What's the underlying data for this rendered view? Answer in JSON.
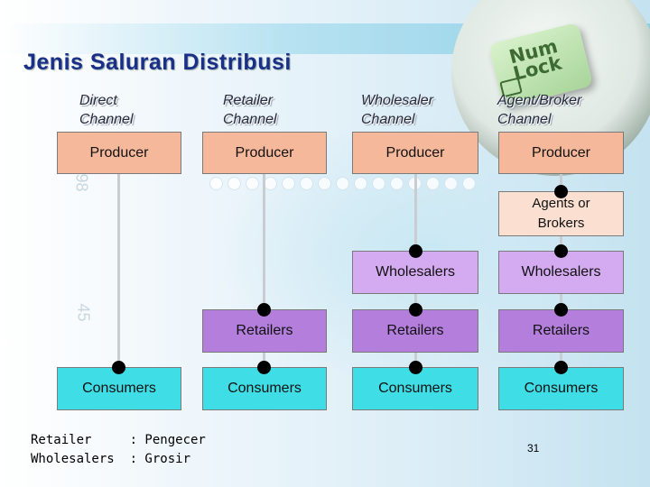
{
  "slide": {
    "title": "Jenis Saluran Distribusi",
    "page_number": "31"
  },
  "columns": [
    {
      "header_line1": "Direct",
      "header_line2": "Channel",
      "producer": "Producer",
      "consumers": "Consumers"
    },
    {
      "header_line1": "Retailer",
      "header_line2": "Channel",
      "producer": "Producer",
      "retailers": "Retailers",
      "consumers": "Consumers"
    },
    {
      "header_line1": "Wholesaler",
      "header_line2": "Channel",
      "producer": "Producer",
      "wholesalers": "Wholesalers",
      "retailers": "Retailers",
      "consumers": "Consumers"
    },
    {
      "header_line1": "Agent/Broker",
      "header_line2": "Channel",
      "producer": "Producer",
      "agents_line1": "Agents or",
      "agents_line2": "Brokers",
      "wholesalers": "Wholesalers",
      "retailers": "Retailers",
      "consumers": "Consumers"
    }
  ],
  "notes": [
    {
      "term": "Retailer     ",
      "definition": ": Pengecer"
    },
    {
      "term": "Wholesalers  ",
      "definition": ": Grosir"
    }
  ],
  "decoration": {
    "key_label_line1": "Num",
    "key_label_line2": "Lock",
    "side_number_top": "98",
    "side_number_mid": "45"
  },
  "colors": {
    "title": "#1a2f88",
    "producer": "#f6b89a",
    "agents": "#fbe0d2",
    "wholesalers": "#d4aaf0",
    "retailers": "#b37edc",
    "consumers": "#3fdde6"
  }
}
